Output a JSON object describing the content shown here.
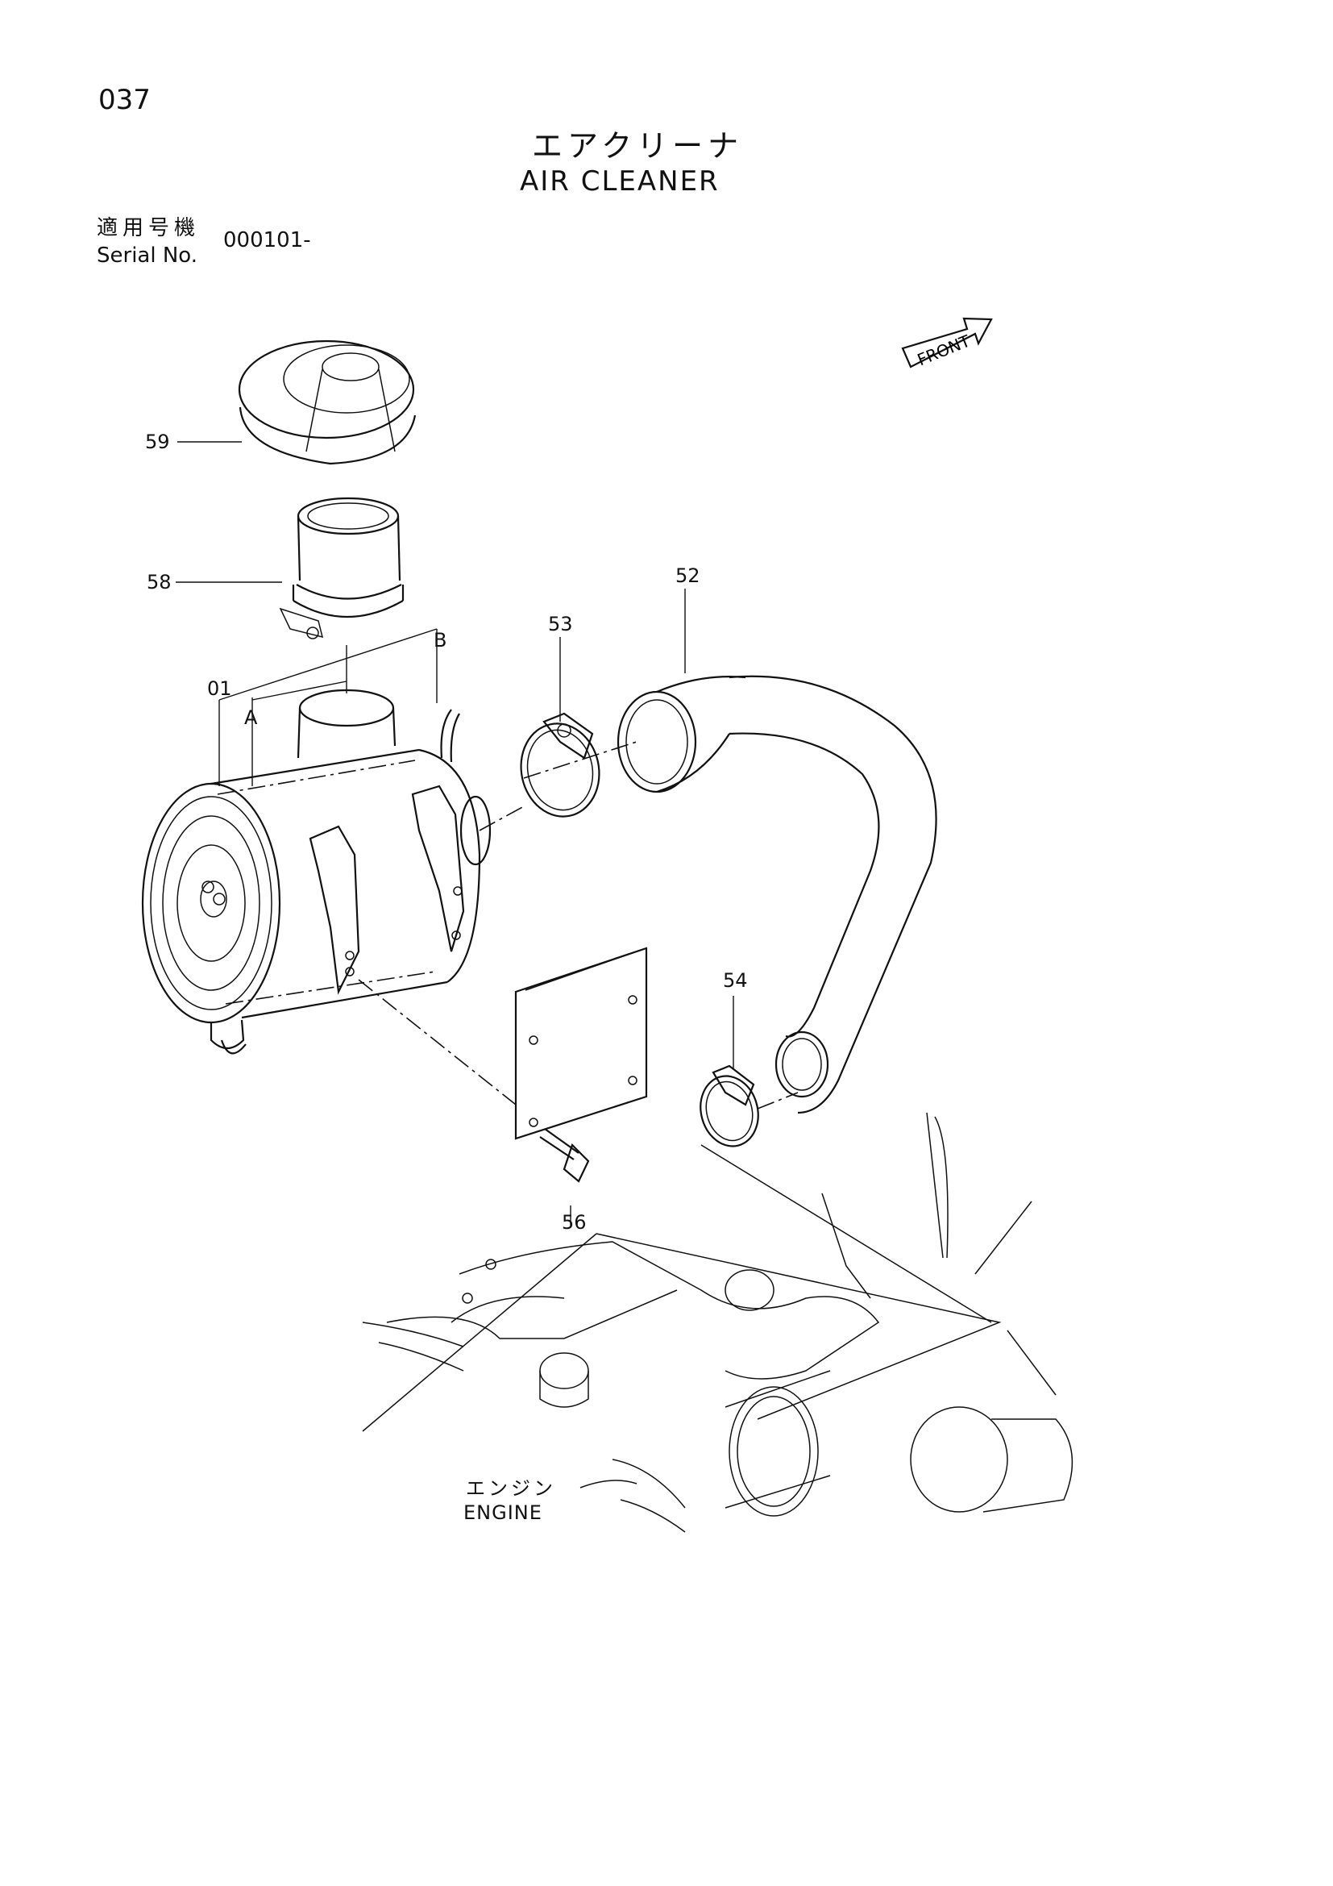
{
  "page_number": "037",
  "title": {
    "japanese": "エアクリーナ",
    "english": "AIR CLEANER"
  },
  "serial": {
    "label_japanese": "適用号機",
    "label_english": "Serial No.",
    "value": "000101-"
  },
  "front_label": "FRONT",
  "callouts": {
    "c59": "59",
    "c58": "58",
    "c01": "01",
    "cA": "A",
    "cB": "B",
    "c53": "53",
    "c52": "52",
    "c54": "54",
    "c56": "56"
  },
  "engine_label": {
    "japanese": "エンジン",
    "english": "ENGINE"
  }
}
